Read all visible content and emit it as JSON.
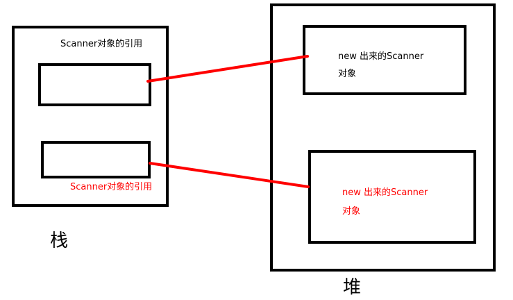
{
  "colors": {
    "frame": "#000000",
    "reference_line": "#ff0000",
    "highlight_text": "#ff0000",
    "normal_text": "#000000"
  },
  "stack": {
    "label": "栈",
    "references": [
      {
        "label": "Scanner对象的引用",
        "color": "#000000"
      },
      {
        "label": "Scanner对象的引用",
        "color": "#ff0000"
      }
    ]
  },
  "heap": {
    "label": "堆",
    "objects": [
      {
        "line1": "new 出来的Scanner",
        "line2": "对象",
        "color": "#000000"
      },
      {
        "line1": "new 出来的Scanner",
        "line2": "对象",
        "color": "#ff0000"
      }
    ]
  }
}
